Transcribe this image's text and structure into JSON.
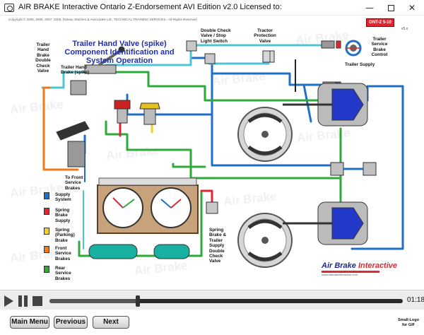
{
  "window": {
    "title": "AIR BRAKE Interactive Ontario Z-Endorsement AVI Edition v2.0  Licensed to:",
    "min_glyph": "—",
    "close_glyph": "✕"
  },
  "header": {
    "copyright": "Copyright © 2005, 2006, 2007, 2008, Dubaw, Stachen & Associates Ltd., TECHNICAL TRAINING SERVICES - All Rights Reserved",
    "version_badge": "ONT-Z 5-10",
    "version_small": "v5.x"
  },
  "watermark_text": "Air Brake",
  "diagram": {
    "title_lines": [
      "Trailer Hand Valve (spike)",
      "Component Identification and",
      "System Operation"
    ],
    "labels": {
      "trailer_hand_brake_dcv": [
        "Trailer",
        "Hand",
        "Brake",
        "Double",
        "Check",
        "Valve"
      ],
      "trailer_hand_brake_spike": [
        "Trailer Hand",
        "Brake (spike)"
      ],
      "double_check_stop_light": [
        "Double Check",
        "Valve / Stop",
        "Light Switch"
      ],
      "tractor_protection_valve": [
        "Tractor",
        "Protection",
        "Valve"
      ],
      "trailer_service_brake_control": [
        "Trailer",
        "Service",
        "Brake",
        "Control"
      ],
      "trailer_supply": [
        "Trailer Supply"
      ],
      "to_front_service_brakes": [
        "To Front",
        "Service",
        "Brakes"
      ],
      "spring_brake_trailer_supply_dcv": [
        "Spring",
        "Brake &",
        "Trailer",
        "Supply",
        "Double",
        "Check",
        "Valve"
      ]
    },
    "legend": [
      {
        "label_lines": [
          "Supply",
          "System"
        ],
        "color": "#1f6fc4"
      },
      {
        "label_lines": [
          "Spring",
          "Brake",
          "Supply"
        ],
        "color": "#e3262f"
      },
      {
        "label_lines": [
          "Spring",
          "(Parking)",
          "Brake"
        ],
        "color": "#f0d020"
      },
      {
        "label_lines": [
          "Front",
          "Service",
          "Brakes"
        ],
        "color": "#f07a1a"
      },
      {
        "label_lines": [
          "Rear",
          "Service",
          "Brakes"
        ],
        "color": "#2eaa3a"
      }
    ],
    "logo": {
      "brand_a": "Air Brake",
      "brand_b": "Interactive",
      "sub": "www.airbrakeinteractive.com"
    }
  },
  "player": {
    "progress_percent": 25,
    "time": "01:18"
  },
  "nav": {
    "main_menu": "Main Menu",
    "previous": "Previous",
    "next": "Next",
    "small_logo_lines": [
      "Small-Logo",
      "for GIF"
    ]
  },
  "colors": {
    "supply": "#1f6fc4",
    "spring_supply": "#e3262f",
    "parking": "#f0d020",
    "front_service": "#f07a1a",
    "rear_service": "#2eaa3a",
    "trailer_line": "#4fc4d4",
    "title_blue": "#1f2fb0"
  }
}
